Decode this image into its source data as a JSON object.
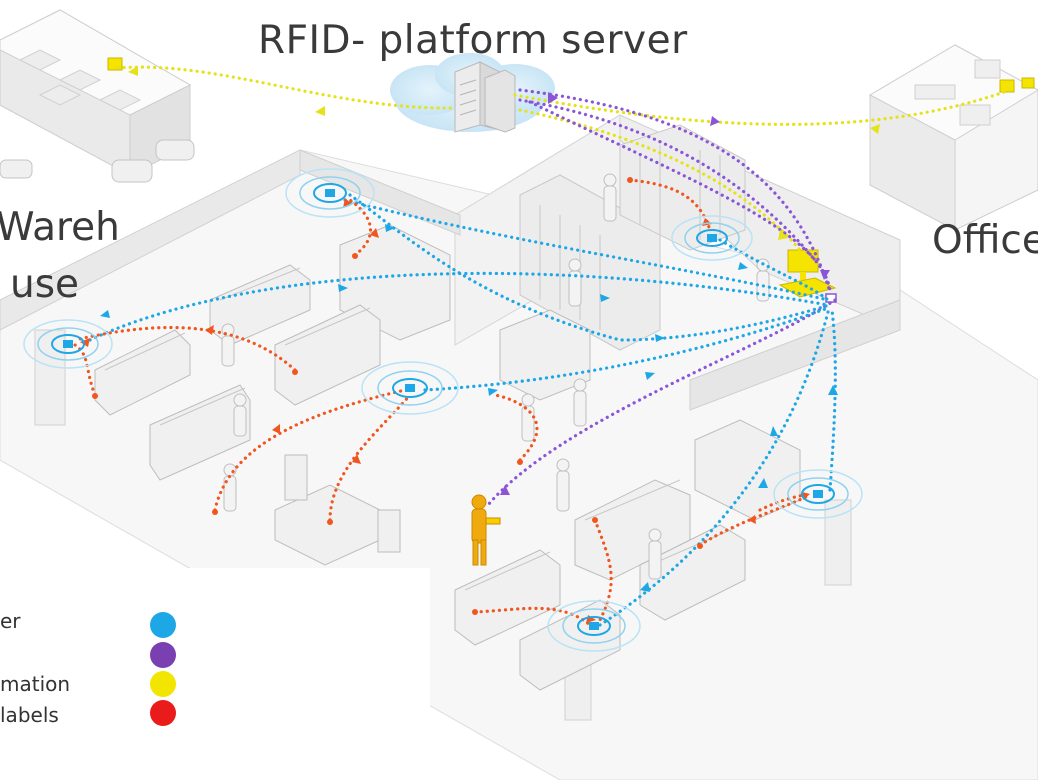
{
  "title": "RFID- platform server",
  "warehouse_label_line1": "Wareh",
  "warehouse_label_line2": "use",
  "office_label": "Office",
  "legend": {
    "texts": [
      "er",
      "mation",
      "labels"
    ],
    "dots": [
      {
        "color": "#1ea7e6"
      },
      {
        "color": "#7a3fb0"
      },
      {
        "color": "#f2e600"
      },
      {
        "color": "#ea1b1b"
      }
    ]
  },
  "colors": {
    "reader_link": "#1ea7e6",
    "handheld_link": "#8a55d6",
    "office_link": "#e6e21a",
    "tag_link": "#f0561e",
    "worker_highlight": "#f0a90f",
    "cloud": "#cfe8f7"
  },
  "icons": [
    "server-icon",
    "cloud-icon",
    "rfid-reader-icon",
    "person-icon",
    "clothing-rack-icon",
    "shelf-icon",
    "car-icon",
    "computer-icon"
  ]
}
